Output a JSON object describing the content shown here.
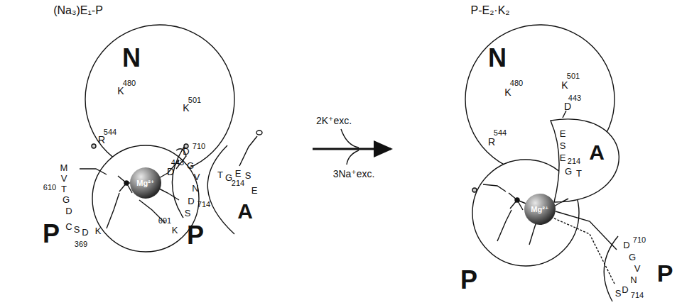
{
  "diagram": {
    "nodes": [
      {
        "text": [
          "N",
          "K",
          "480",
          "K",
          "501",
          "R",
          "544",
          "D",
          "443"
        ]
      },
      {
        "text": [
          "P",
          "M",
          "V",
          "T",
          "610",
          "G",
          "D",
          "C",
          "S",
          "D",
          "369",
          "K",
          "K",
          "691"
        ]
      },
      {
        "text": [
          "Mg²⁺"
        ],
        "in": 1
      },
      {
        "text": [
          "P",
          "D",
          "710",
          "G",
          "V",
          "N",
          "D",
          "714",
          "S"
        ]
      },
      {
        "text": [
          "A",
          "T",
          "G",
          "E",
          "214",
          "S",
          "E"
        ]
      },
      {
        "text": [
          "N",
          "K",
          "480",
          "K",
          "501",
          "D",
          "443",
          "R",
          "544"
        ]
      },
      {
        "text": [
          "P"
        ]
      },
      {
        "text": [
          "Mg²⁺"
        ],
        "in": 6
      },
      {
        "text": [
          "P",
          "D",
          "710",
          "G",
          "V",
          "N",
          "D",
          "714",
          "S"
        ]
      },
      {
        "text": [
          "A",
          "E",
          "S",
          "E",
          "214",
          "G",
          "T"
        ]
      }
    ],
    "labels": [
      "(Na₃)E₁-P",
      "2K⁺exc.",
      "3Na⁺exc.",
      "P-E₂·K₂"
    ]
  }
}
